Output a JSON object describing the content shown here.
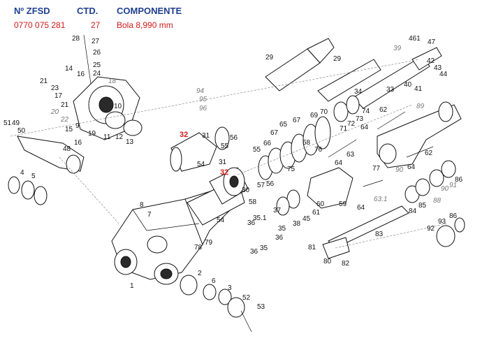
{
  "header": {
    "col1_title": "Nº ZFSD",
    "col2_title": "CTD.",
    "col3_title": "COMPONENTE",
    "part_number": "0770 075 281",
    "quantity": "27",
    "component": "Bola 8,990 mm"
  },
  "labels": {
    "l1": "1",
    "l2": "2",
    "l3": "3",
    "l4": "4",
    "l5": "5",
    "l6": "6",
    "l7": "7",
    "l8": "8",
    "l9": "9",
    "l10": "10",
    "l11": "11",
    "l12": "12",
    "l13": "13",
    "l14": "14",
    "l15": "15",
    "l16a": "16",
    "l16b": "16",
    "l17": "17",
    "l18": "18",
    "l19": "19",
    "l20": "20",
    "l21a": "21",
    "l21b": "21",
    "l22": "22",
    "l23": "23",
    "l24": "24",
    "l25": "25",
    "l26": "26",
    "l27": "27",
    "l28": "28",
    "l29a": "29",
    "l29b": "29",
    "l30": "30",
    "l31a": "31",
    "l31b": "31",
    "l32a": "32",
    "l32b": "32",
    "l33": "33",
    "l34": "34",
    "l35a": "35",
    "l35b": "35",
    "l351": "35.1",
    "l36a": "36",
    "l36b": "36",
    "l36c": "36",
    "l37": "37",
    "l38": "38",
    "l39": "39",
    "l40": "40",
    "l41": "41",
    "l42": "42",
    "l43": "43",
    "l44": "44",
    "l45": "45",
    "l461": "461",
    "l47": "47",
    "l48": "48",
    "l49": "49",
    "l50": "50",
    "l51": "51",
    "l52": "52",
    "l53": "53",
    "l54a": "54",
    "l54b": "54",
    "l55a": "55",
    "l55b": "55",
    "l56a": "56",
    "l56b": "56",
    "l57": "57",
    "l58": "58",
    "l59": "59",
    "l60": "60",
    "l61": "61",
    "l62a": "62",
    "l62b": "62",
    "l63": "63",
    "l631": "63.1",
    "l64a": "64",
    "l64b": "64",
    "l64c": "64",
    "l64d": "64",
    "l65": "65",
    "l66": "66",
    "l67a": "67",
    "l67b": "67",
    "l68": "68",
    "l69": "69",
    "l70": "70",
    "l71": "71",
    "l72": "72",
    "l73": "73",
    "l74": "74",
    "l75": "75",
    "l76": "76",
    "l77": "77",
    "l78": "78",
    "l79": "79",
    "l80": "80",
    "l81": "81",
    "l82": "82",
    "l83": "83",
    "l84": "84",
    "l85": "85",
    "l86a": "86",
    "l86b": "86",
    "l88": "88",
    "l89": "89",
    "l90a": "90",
    "l90b": "90",
    "l91": "91",
    "l92": "92",
    "l93": "93",
    "l94": "94",
    "l95": "95",
    "l96": "96"
  }
}
